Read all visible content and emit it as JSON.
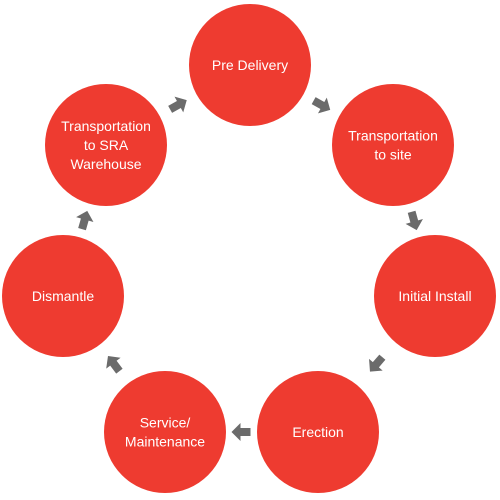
{
  "diagram": {
    "colors": {
      "node_fill": "#ee3b30",
      "arrow_fill": "#6b6b6b",
      "label_text": "#ffffff",
      "background": "#ffffff"
    },
    "steps": [
      {
        "id": "pre-delivery",
        "lines": [
          "Pre Delivery"
        ]
      },
      {
        "id": "transportation-to-site",
        "lines": [
          "Transportation",
          "to site"
        ]
      },
      {
        "id": "initial-install",
        "lines": [
          "Initial Install"
        ]
      },
      {
        "id": "erection",
        "lines": [
          "Erection"
        ]
      },
      {
        "id": "service-maintenance",
        "lines": [
          "Service/",
          "Maintenance"
        ]
      },
      {
        "id": "dismantle",
        "lines": [
          "Dismantle"
        ]
      },
      {
        "id": "transportation-to-sra-warehouse",
        "lines": [
          "Transportation",
          "to SRA",
          "Warehouse"
        ]
      }
    ],
    "flow": "clockwise-cycle"
  }
}
